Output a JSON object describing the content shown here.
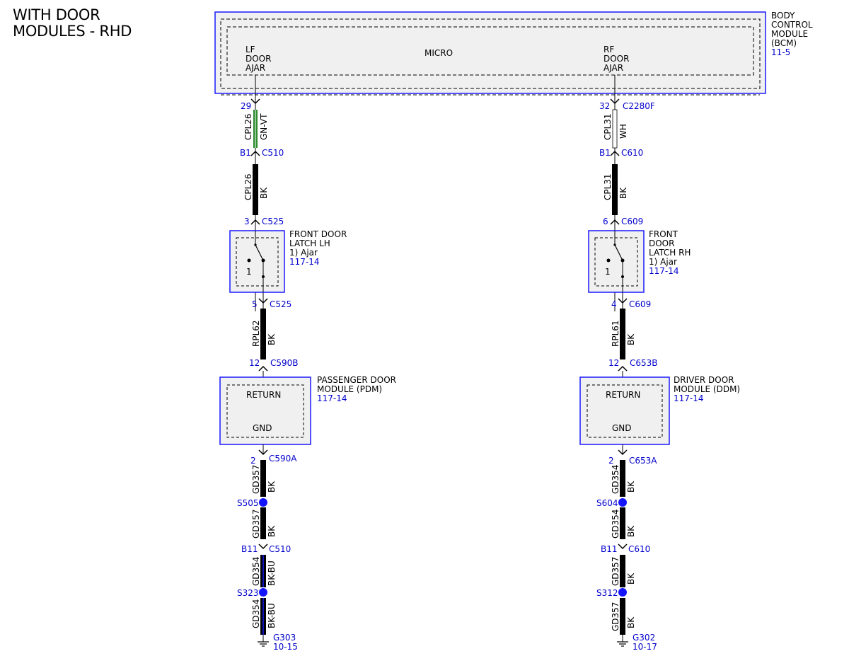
{
  "title": "WITH DOOR\nMODULES - RHD",
  "colors": {
    "module_border": "#1a1aff",
    "module_fill": "#f0f0f0",
    "reference_text": "#0000cc",
    "wire_black": "#000000",
    "wire_green": "#2e8b2e",
    "splice_blue": "#1414ff"
  },
  "bcm": {
    "name_lines": [
      "BODY",
      "CONTROL",
      "MODULE",
      "(BCM)"
    ],
    "ref": "11-5",
    "micro": "MICRO",
    "left_input": [
      "LF",
      "DOOR",
      "AJAR"
    ],
    "right_input": [
      "RF",
      "DOOR",
      "AJAR"
    ]
  },
  "left": {
    "pin_bcm": "29",
    "connector_bcm": "",
    "wire1_circuit": "CPL26",
    "wire1_color": "GN-VT",
    "pin_c510": "B1",
    "conn_c510": "C510",
    "wire2_circuit": "CPL26",
    "wire2_color": "BK",
    "pin_c525_top": "3",
    "conn_c525_top": "C525",
    "latch_name": [
      "FRONT DOOR",
      "LATCH LH",
      "1) Ajar"
    ],
    "latch_ref": "117-14",
    "switch_number": "1",
    "pin_c525_bot": "5",
    "conn_c525_bot": "C525",
    "wire3_circuit": "RPL62",
    "wire3_color": "BK",
    "pin_module_in": "12",
    "conn_module_in": "C590B",
    "module_name": [
      "PASSENGER DOOR",
      "MODULE (PDM)"
    ],
    "module_ref": "117-14",
    "module_return": "RETURN",
    "module_gnd": "GND",
    "pin_module_out": "2",
    "conn_module_out": "C590A",
    "wire4_circuit": "GD357",
    "wire4_color": "BK",
    "splice1": "S505",
    "wire5_circuit": "GD357",
    "wire5_color": "BK",
    "pin_c510b": "B11",
    "conn_c510b": "C510",
    "wire6_circuit": "GD354",
    "wire6_color": "BK-BU",
    "splice2": "S323",
    "wire7_circuit": "GD354",
    "wire7_color": "BK-BU",
    "ground": "G303",
    "ground_ref": "10-15"
  },
  "right": {
    "pin_bcm": "32",
    "connector_bcm": "C2280F",
    "wire1_circuit": "CPL31",
    "wire1_color": "WH",
    "pin_c610": "B1",
    "conn_c610": "C610",
    "wire2_circuit": "CPL31",
    "wire2_color": "BK",
    "pin_c609_top": "6",
    "conn_c609_top": "C609",
    "latch_name": [
      "FRONT",
      "DOOR",
      "LATCH RH",
      "1) Ajar"
    ],
    "latch_ref": "117-14",
    "switch_number": "1",
    "pin_c609_bot": "4",
    "conn_c609_bot": "C609",
    "wire3_circuit": "RPL61",
    "wire3_color": "BK",
    "pin_module_in": "12",
    "conn_module_in": "C653B",
    "module_name": [
      "DRIVER DOOR",
      "MODULE (DDM)"
    ],
    "module_ref": "117-14",
    "module_return": "RETURN",
    "module_gnd": "GND",
    "pin_module_out": "2",
    "conn_module_out": "C653A",
    "wire4_circuit": "GD354",
    "wire4_color": "BK",
    "splice1": "S604",
    "wire5_circuit": "GD354",
    "wire5_color": "BK",
    "pin_c610b": "B11",
    "conn_c610b": "C610",
    "wire6_circuit": "GD357",
    "wire6_color": "BK",
    "splice2": "S312",
    "wire7_circuit": "GD357",
    "wire7_color": "BK",
    "ground": "G302",
    "ground_ref": "10-17"
  }
}
